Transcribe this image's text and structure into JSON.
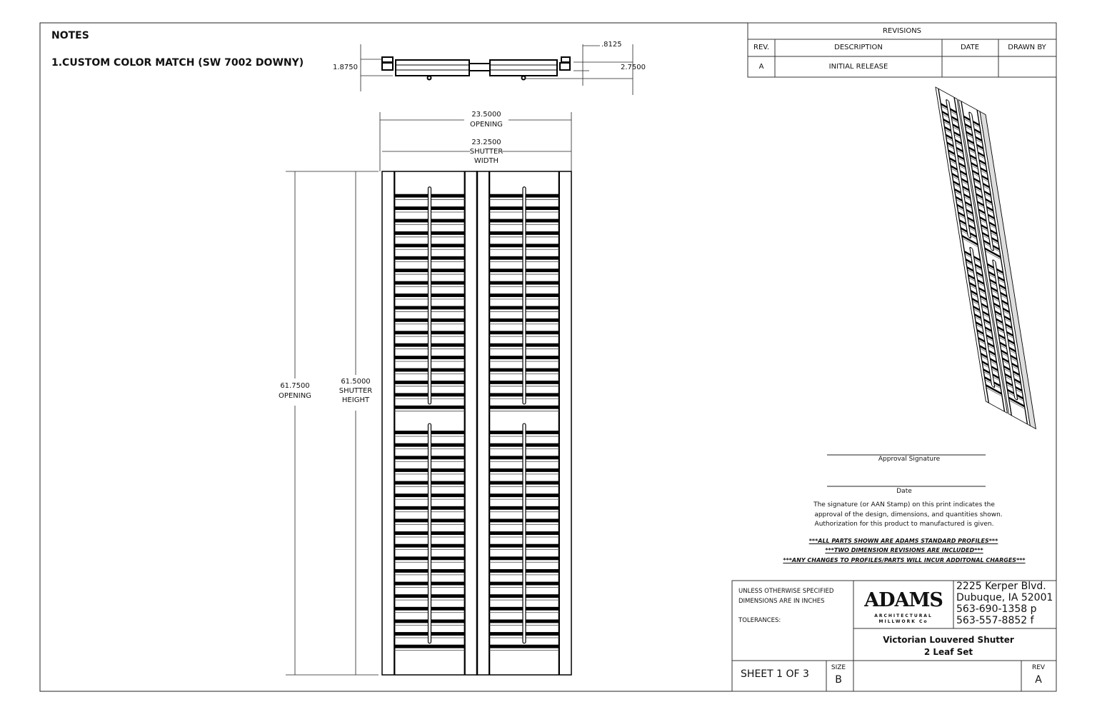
{
  "notes": {
    "heading": "NOTES",
    "items": [
      "1.CUSTOM COLOR MATCH (SW 7002 DOWNY)"
    ]
  },
  "revisions": {
    "title": "REVISIONS",
    "columns": [
      "REV.",
      "DESCRIPTION",
      "DATE",
      "DRAWN BY"
    ],
    "rows": [
      {
        "rev": "A",
        "description": "INITIAL RELEASE",
        "date": "",
        "drawn_by": ""
      }
    ]
  },
  "dimensions": {
    "top_view": {
      "left_depth": "1.8750",
      "offset": ".8125",
      "right_depth": "2.7500"
    },
    "opening_width": {
      "value": "23.5000",
      "label": "OPENING"
    },
    "shutter_width": {
      "value": "23.2500",
      "label1": "SHUTTER",
      "label2": "WIDTH"
    },
    "opening_height": {
      "value": "61.7500",
      "label": "OPENING"
    },
    "shutter_height": {
      "value": "61.5000",
      "label1": "SHUTTER",
      "label2": "HEIGHT"
    }
  },
  "approval": {
    "signature_label": "Approval Signature",
    "date_label": "Date",
    "statement": [
      "The signature (or AAN Stamp) on this print indicates the",
      "approval of the design, dimensions, and quantities shown.",
      "Authorization for this product to manufactured is given."
    ],
    "warnings": [
      "***ALL PARTS SHOWN ARE ADAMS STANDARD PROFILES***",
      "***TWO DIMENSION REVISIONS ARE INCLUDED***",
      "***ANY CHANGES TO PROFILES/PARTS WILL INCUR ADDITONAL CHARGES***"
    ]
  },
  "title_block": {
    "spec_line1": "UNLESS OTHERWISE SPECIFIED",
    "spec_line2": "DIMENSIONS ARE IN INCHES",
    "tolerances": "TOLERANCES:",
    "logo": {
      "name": "ADAMS",
      "line1": "ARCHITECTURAL",
      "line2": "MILLWORK Co"
    },
    "address": [
      "2225 Kerper Blvd.",
      "Dubuque, IA 52001",
      "563-690-1358 p",
      "563-557-8852 f"
    ],
    "title1": "Victorian Louvered Shutter",
    "title2": "2 Leaf Set",
    "sheet": "SHEET 1 OF 3",
    "size_label": "SIZE",
    "size": "B",
    "rev_label": "REV",
    "rev": "A"
  },
  "drawing": {
    "louvers_per_panel": 17
  }
}
